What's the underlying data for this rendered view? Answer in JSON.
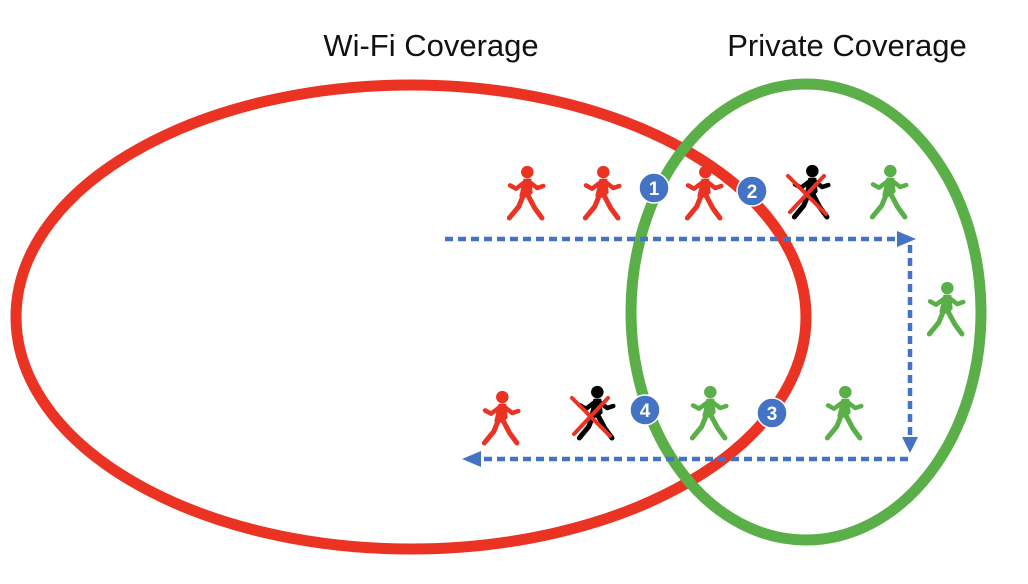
{
  "labels": {
    "wifi": "Wi-Fi Coverage",
    "private": "Private Coverage"
  },
  "colors": {
    "wifi": "#ea3323",
    "private": "#5aaf48",
    "path": "#4472c4",
    "marker": "#4472c4",
    "disconnected_person": "#000000",
    "cross": "#ea3323"
  },
  "markers": [
    "1",
    "2",
    "3",
    "4"
  ],
  "people": {
    "top_row": [
      "wifi",
      "wifi",
      "wifi",
      "disconnected",
      "private"
    ],
    "right_side": [
      "private"
    ],
    "bottom_row": [
      "wifi",
      "disconnected",
      "private",
      "private"
    ]
  },
  "icons": {
    "person": "walking-person-icon",
    "disconnected": "red-x-cross-icon",
    "arrow": "arrowhead-icon"
  }
}
